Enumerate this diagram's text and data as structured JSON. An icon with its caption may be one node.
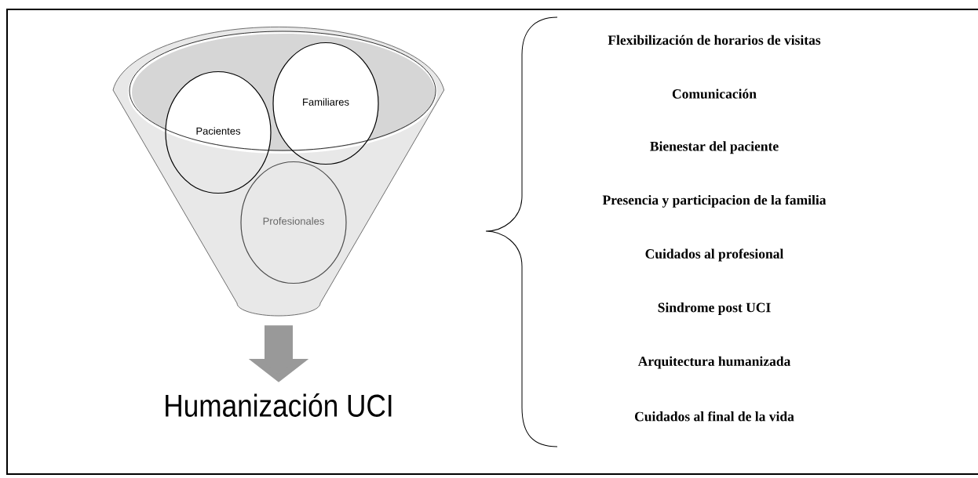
{
  "diagram": {
    "nodes": [
      {
        "text": [],
        "shape": "funnel"
      },
      {
        "text": [
          "Pacientes"
        ],
        "in": 0
      },
      {
        "text": [
          "Familiares"
        ],
        "in": 0
      },
      {
        "text": [
          "Profesionales"
        ],
        "in": 0
      },
      {
        "text": [
          "Humanización UCI"
        ]
      }
    ],
    "edges": [
      {
        "from": 0,
        "to": 4,
        "arrow": "to"
      }
    ],
    "labels": [
      "Flexibilización de horarios de visitas",
      "Comunicación",
      "Bienestar del paciente",
      "Presencia y participacion de la familia",
      "Cuidados al profesional",
      "Sindrome post UCI",
      "Arquitectura humanizada",
      "Cuidados al final de la vida"
    ]
  }
}
